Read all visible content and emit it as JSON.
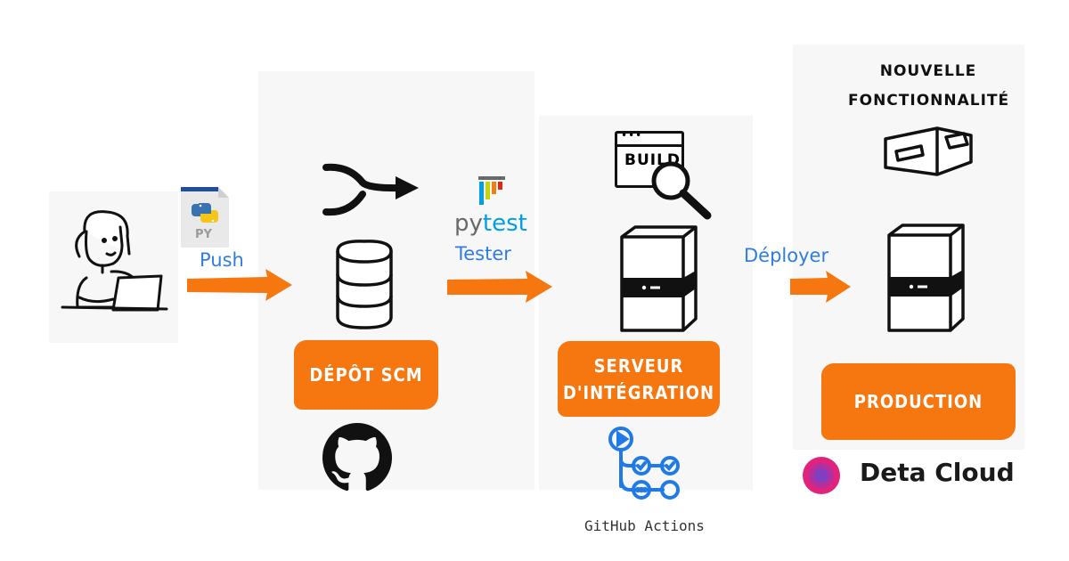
{
  "labels": {
    "push": "Push",
    "tester": "Tester",
    "deployer": "Déployer"
  },
  "boxes": {
    "depot": "DÉPÔT SCM",
    "serveur_line1": "SERVEUR",
    "serveur_line2": "D'INTÉGRATION",
    "production": "PRODUCTION"
  },
  "feature": {
    "line1": "NOUVELLE",
    "line2": "FONCTIONNALITÉ"
  },
  "python_file": {
    "ext": "PY"
  },
  "pytest": {
    "py": "py",
    "test": "test"
  },
  "build_window": {
    "text": "BUILD"
  },
  "github_actions": {
    "caption": "GitHub Actions"
  },
  "deta": {
    "name": "Deta Cloud"
  },
  "colors": {
    "orange": "#f6760f",
    "blue": "#2f7de1",
    "github_actions_blue": "#1f7ae8",
    "deta_pink": "#e0247e",
    "deta_purple": "#7e3fc0"
  },
  "icons": [
    "developer-laptop-icon",
    "python-file-icon",
    "merge-arrow-icon",
    "database-icon",
    "github-icon",
    "pytest-logo-icon",
    "build-window-icon",
    "magnifier-icon",
    "server-icon",
    "github-actions-icon",
    "package-box-icon",
    "deta-logo-icon"
  ]
}
